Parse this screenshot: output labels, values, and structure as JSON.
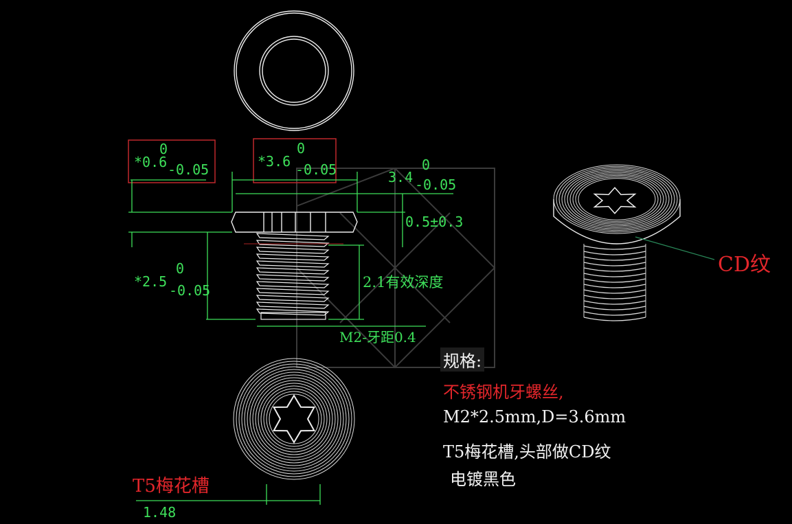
{
  "dimensions": {
    "head_height": {
      "prefix": "*0.6",
      "upper": "0",
      "lower": "-0.05"
    },
    "head_diameter": {
      "prefix": "*3.6",
      "upper": "0",
      "lower": "-0.05"
    },
    "head_top_diameter": {
      "prefix": "3.4",
      "upper": "0",
      "lower": "-0.05"
    },
    "recess_depth": "0.5±0.3",
    "length": {
      "prefix": "*2.5",
      "upper": "0",
      "lower": "-0.05"
    },
    "thread_depth": "2.1有效深度",
    "thread_spec": "M2-牙距0.4",
    "recess_width": "1.48"
  },
  "labels": {
    "cd_finish": "CD纹",
    "recess_type": "T5梅花槽"
  },
  "spec": {
    "title": "规格:",
    "material": "不锈钢机牙螺丝,",
    "size": "M2*2.5mm,D=3.6mm",
    "head": "T5梅花槽,头部做CD纹",
    "finish": "电镀黑色"
  },
  "colors": {
    "dimension": "#3ee05a",
    "highlight": "#e3262b",
    "outline": "#eeeeee"
  }
}
